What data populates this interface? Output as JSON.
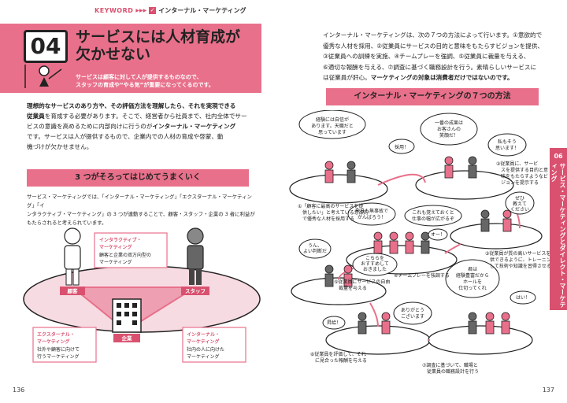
{
  "keyword": {
    "prefix": "KEYWORD",
    "label": "インターナル・マーケティング"
  },
  "left": {
    "number": "04",
    "title_line1": "サービスには人材育成が",
    "title_line2": "欠かせない",
    "subtitle_line1": "サービスは顧客に対して人が提供するものなので、",
    "subtitle_line2": "スタッフの育成や“やる気”が重要になってくるのです。",
    "lead_l1": "理想的なサービスのあり方や、その評価方法を理解したら、それを実現できる",
    "lead_l2_bold": "従業員",
    "lead_l2": "を育成する必要があります。そこで、経営者から社員まで、社内全体でサー",
    "lead_l3": "ビスの意識を高めるために内部向けに行うのが",
    "lead_l3_bold": "インターナル・マーケティング",
    "lead_l4": "です。サービスは人が提供するもので、企業内での人材の育成や啓蒙、動",
    "lead_l5": "機づけが欠かせません。",
    "section_title": "3 つがそろってはじめてうまくいく",
    "section_l1": "サービス・マーケティングでは、「インターナル・マーケティング」「エクスターナル・マーケティング」「イ",
    "section_l2": "ンタラクティブ・マーケティング」の 3 つが連動することで、顧客・スタッフ・企業の 3 者に利益が",
    "section_l3": "もたらされると考えられています。",
    "diagram": {
      "customer": "顧客",
      "staff": "スタッフ",
      "company": "企業",
      "interactive_title": "インタラクティブ・マーケティング",
      "interactive_desc": "顧客と企業の双方向型のマーケティング",
      "external_title": "エクスターナル・マーケティング",
      "external_desc": "社外や顧客に向けて行うマーケティング",
      "internal_title": "インターナル・マーケティング",
      "internal_desc": "社内の人に向けたマーケティング"
    },
    "page_number": "136"
  },
  "right": {
    "p_l1": "インターナル・マーケティングは、次の７つの方法によって行います。①意欲的で",
    "p_l2": "優秀な人材を採用、②従業員にサービスの目的と意味をもたらすビジョンを提供、",
    "p_l3": "③従業員への訓練を実施、④チームプレーを強調、⑤従業員に裁量を与える、",
    "p_l4": "⑥適切な報酬を与える、⑦調査に基づく職務設計を行う。素晴らしいサービスに",
    "p_l5": "は従業員が肝心。",
    "p_l5_bold": "マーケティングの対象は消費者だけではないのです。",
    "section_title": "インターナル・マーケティングの７つの方法",
    "steps": {
      "s1": "①「顧客に最高のサービスを提供したい」と考えている意欲的で優秀な人材を採用する",
      "s2": "②従業員に、サービスを提供する目的と意味をもたらすようなビジョンを提示する",
      "s3": "③従業員が質の高いサービスを提供できるように、トレーニングを施して技術や知識を習得させる",
      "s4": "④チームプレーを強調する",
      "s5": "⑤従業員にサービスの自由裁量を与える",
      "s6": "⑥従業員を評価して、それに見合った報酬を与える",
      "s7": "⑦調査に基づいて、職場と従業員の職務設計を行う"
    },
    "bubbles": {
      "b1": "経験には自信があります。天職だと思っています",
      "b2": "採用！",
      "b3": "一番の成果はお客さんの笑顔だ！",
      "b4": "私もそう思います！",
      "b5": "これも覚えておくと仕事の幅が広がるぞ",
      "b6": "ぜひ教えてください",
      "b7": "今日も無事故でがんばろう！",
      "b8": "オー！",
      "b9": "うん、よい判断だ",
      "b10": "こちらをおすすめしておきました",
      "b11": "昇給！",
      "b12": "ありがとうございます",
      "b13": "君は経験豊富だからホールを仕切ってくれ",
      "b14": "はい！"
    },
    "side_tab_number": "06",
    "side_tab_label": "サービス・マーケティングとダイレクト・マーケティング",
    "page_number": "137"
  },
  "colors": {
    "accent": "#e8708b",
    "accent_dark": "#d9516f"
  }
}
